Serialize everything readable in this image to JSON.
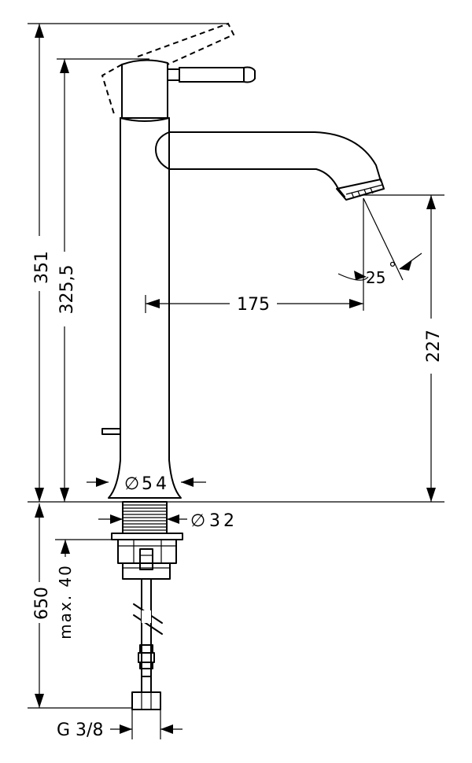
{
  "dimensions": {
    "total_height": "351",
    "body_height": "325,5",
    "spout_reach": "175",
    "spout_angle": "25",
    "degree_mark": "°",
    "outlet_height": "227",
    "base_diameter": "54",
    "shank_diameter": "32",
    "hose_length": "650",
    "max_deck": "max. 40",
    "thread": "G 3/8"
  },
  "symbols": {
    "diameter": "∅"
  }
}
